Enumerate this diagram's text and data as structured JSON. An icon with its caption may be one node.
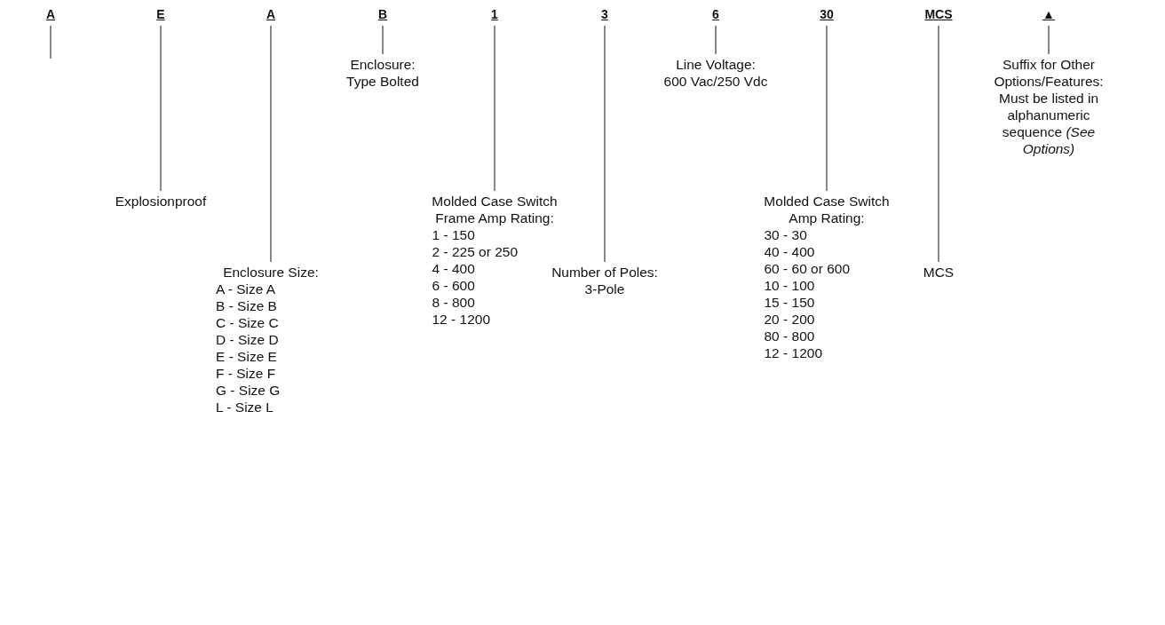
{
  "diagram": {
    "nodes": [
      {
        "text": [
          "A"
        ]
      },
      {
        "text": [
          "E"
        ]
      },
      {
        "text": [
          "A"
        ]
      },
      {
        "text": [
          "B"
        ]
      },
      {
        "text": [
          "1"
        ]
      },
      {
        "text": [
          "3"
        ]
      },
      {
        "text": [
          "6"
        ]
      },
      {
        "text": [
          "30"
        ]
      },
      {
        "text": [
          "MCS"
        ]
      },
      {
        "text": [
          "▲"
        ]
      },
      {
        "text": [
          "Explosionproof"
        ]
      },
      {
        "text": [
          "Enclosure Size:",
          "A - Size A",
          "B - Size B",
          "C - Size C",
          "D - Size D",
          "E - Size E",
          "F - Size F",
          "G - Size G",
          "L - Size L"
        ]
      },
      {
        "text": [
          "Enclosure:",
          "Type Bolted"
        ]
      },
      {
        "text": [
          "Molded Case Switch Frame Amp Rating:",
          "1 - 150",
          "2 - 225 or 250",
          "4 - 400",
          "6 - 600",
          "8 - 800",
          "12 - 1200"
        ]
      },
      {
        "text": [
          "Number of Poles:",
          "3-Pole"
        ]
      },
      {
        "text": [
          "Line Voltage:",
          "600 Vac/250 Vdc"
        ]
      },
      {
        "text": [
          "Molded Case Switch Amp Rating:",
          "30 - 30",
          "40 - 400",
          "60 - 60 or 600",
          "10 - 100",
          "15 - 150",
          "20 - 200",
          "80 - 800",
          "12 - 1200"
        ]
      },
      {
        "text": [
          "MCS"
        ]
      },
      {
        "text": [
          "Suffix for Other Options/Features:",
          "Must be listed in alphanumeric sequence *(See Options)*"
        ]
      }
    ],
    "edges": [
      {
        "from": 0,
        "to": null,
        "arrow": "none"
      },
      {
        "from": 1,
        "to": 10,
        "arrow": "none"
      },
      {
        "from": 2,
        "to": 11,
        "arrow": "none"
      },
      {
        "from": 3,
        "to": 12,
        "arrow": "none"
      },
      {
        "from": 4,
        "to": 13,
        "arrow": "none"
      },
      {
        "from": 5,
        "to": 14,
        "arrow": "none"
      },
      {
        "from": 6,
        "to": 15,
        "arrow": "none"
      },
      {
        "from": 7,
        "to": 16,
        "arrow": "none"
      },
      {
        "from": 8,
        "to": 17,
        "arrow": "none"
      },
      {
        "from": 9,
        "to": 18,
        "arrow": "none"
      }
    ]
  }
}
